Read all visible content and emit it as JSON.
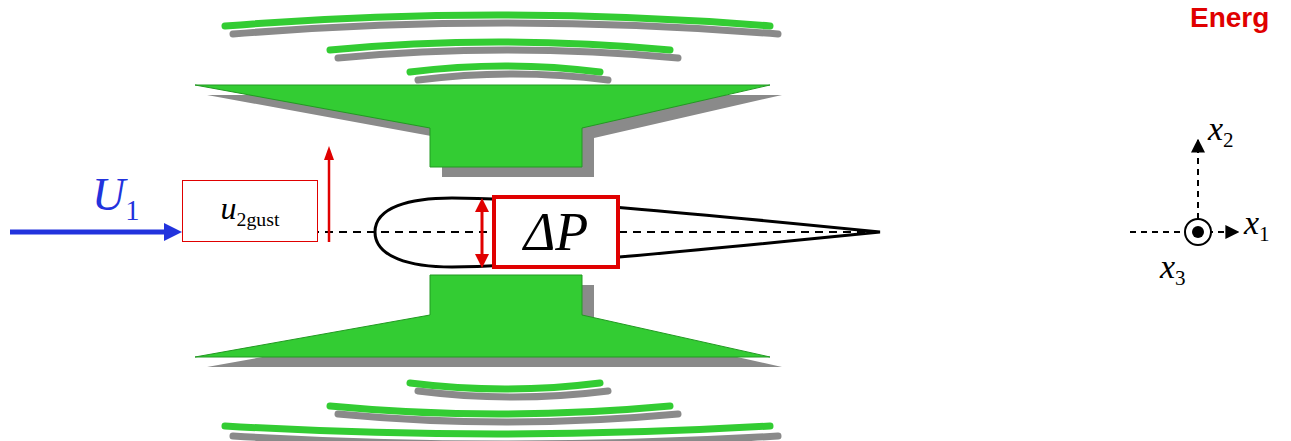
{
  "diagram": {
    "nodes": [
      {
        "text": [
          "u2gust"
        ]
      },
      {
        "text": [
          "ΔP"
        ]
      }
    ],
    "labels": [
      "U1",
      "x2",
      "x1",
      "x3",
      "Energ"
    ]
  }
}
